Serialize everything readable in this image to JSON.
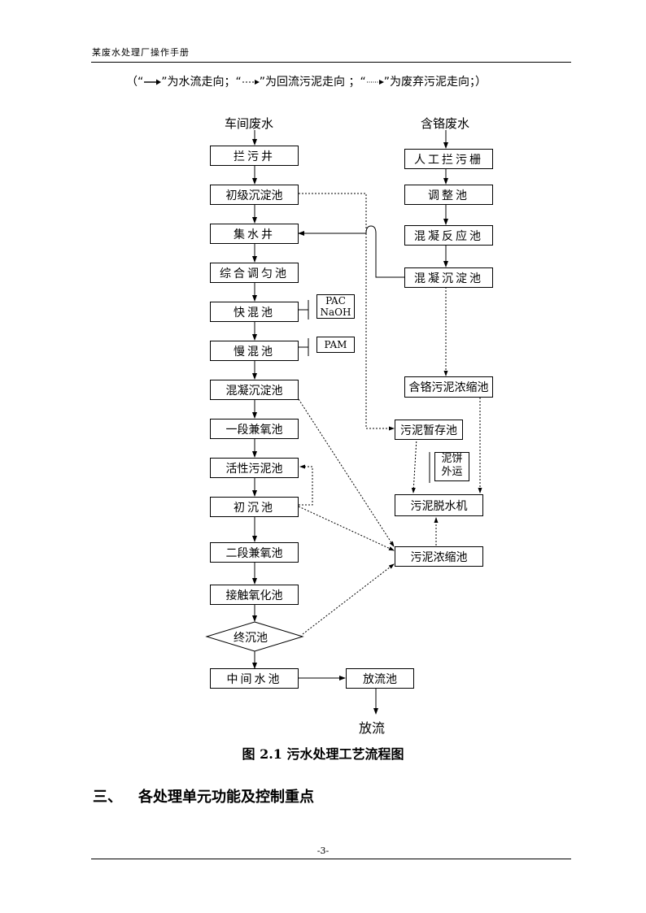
{
  "header": {
    "title": "某废水处理厂操作手册"
  },
  "legend": {
    "open": "（“",
    "water_suffix": "”为水流走向；“",
    "return_suffix": "”为回流污泥走向 ；“",
    "waste_suffix": "”为废弃污泥走向；）"
  },
  "flow": {
    "source_left": "车间废水",
    "source_right": "含铬废水",
    "left": {
      "n1": "拦污井",
      "n2": "初级沉淀池",
      "n3": "集水井",
      "n4": "综合调匀池",
      "n5": "快混池",
      "n6": "慢混池",
      "n7": "混凝沉淀池",
      "n8": "一段兼氧池",
      "n9": "活性污泥池",
      "n10": "初沉池",
      "n11": "二段兼氧池",
      "n12": "接触氧化池",
      "n13": "终沉池",
      "n14": "中间水池"
    },
    "right": {
      "r1": "人工拦污栅",
      "r2": "调整池",
      "r3": "混凝反应池",
      "r4": "混凝沉淀池",
      "r5": "含铬污泥浓缩池",
      "r6": "污泥暂存池",
      "r7": "污泥脱水机",
      "r8": "污泥浓缩池",
      "cake_line1": "泥饼",
      "cake_line2": "外运"
    },
    "dosing": {
      "pac": "PAC",
      "naoh": "NaOH",
      "pam": "PAM"
    },
    "discharge_pool": "放流池",
    "discharge": "放流"
  },
  "caption": "图 2.1  污水处理工艺流程图",
  "section": {
    "number": "三、",
    "title": "各处理单元功能及控制重点"
  },
  "footer": {
    "page": "-3-"
  }
}
